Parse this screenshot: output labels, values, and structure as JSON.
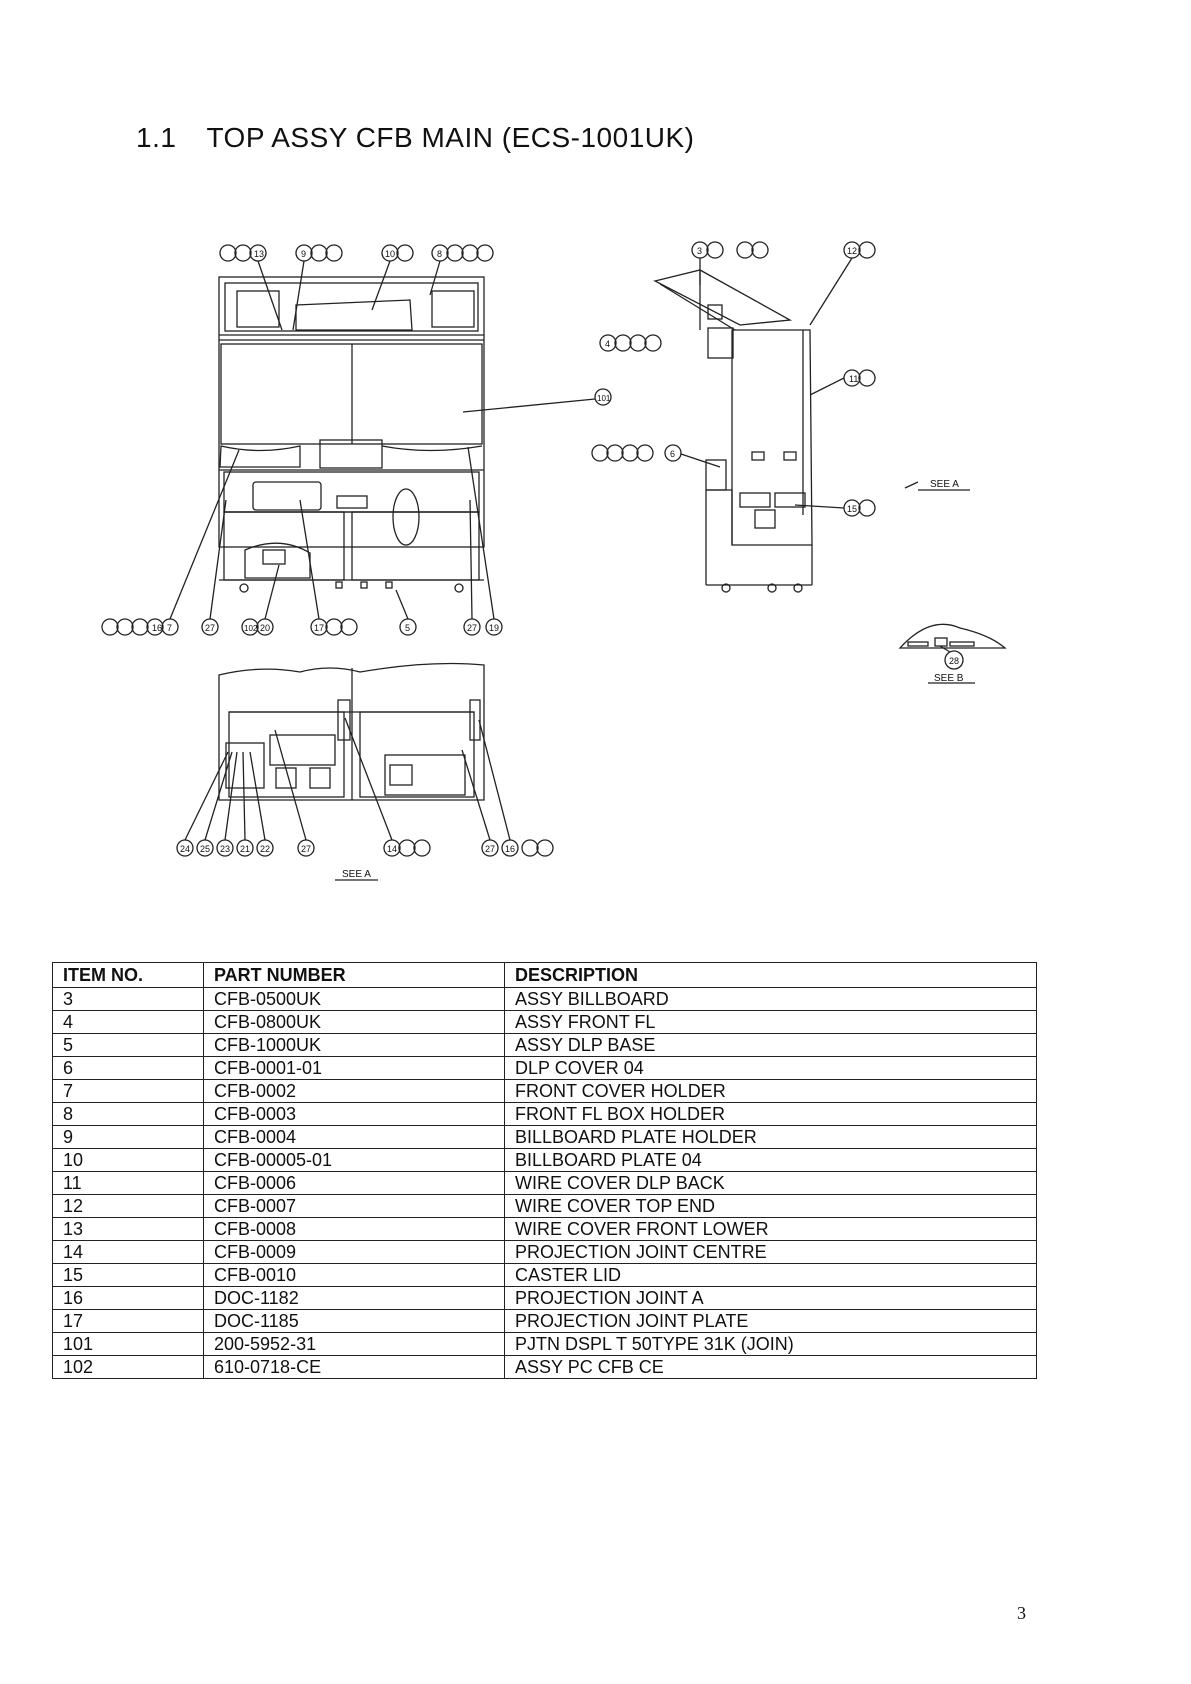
{
  "document": {
    "section_number": "1.1",
    "section_title": "TOP ASSY CFB MAIN (ECS-1001UK)",
    "page_number": "3"
  },
  "views": {
    "see_a": "SEE A",
    "see_b": "SEE B"
  },
  "parts_table": {
    "headers": [
      "ITEM NO.",
      "PART NUMBER",
      "DESCRIPTION"
    ],
    "rows": [
      {
        "item": "3",
        "part": "CFB-0500UK",
        "desc": "ASSY BILLBOARD"
      },
      {
        "item": "4",
        "part": "CFB-0800UK",
        "desc": "ASSY FRONT FL"
      },
      {
        "item": "5",
        "part": "CFB-1000UK",
        "desc": "ASSY DLP BASE"
      },
      {
        "item": "6",
        "part": "CFB-0001-01",
        "desc": "DLP COVER 04"
      },
      {
        "item": "7",
        "part": "CFB-0002",
        "desc": "FRONT COVER HOLDER"
      },
      {
        "item": "8",
        "part": "CFB-0003",
        "desc": "FRONT FL BOX HOLDER"
      },
      {
        "item": "9",
        "part": "CFB-0004",
        "desc": "BILLBOARD PLATE HOLDER"
      },
      {
        "item": "10",
        "part": "CFB-00005-01",
        "desc": "BILLBOARD PLATE 04"
      },
      {
        "item": "11",
        "part": "CFB-0006",
        "desc": "WIRE COVER DLP BACK"
      },
      {
        "item": "12",
        "part": "CFB-0007",
        "desc": "WIRE COVER TOP END"
      },
      {
        "item": "13",
        "part": "CFB-0008",
        "desc": "WIRE COVER FRONT LOWER"
      },
      {
        "item": "14",
        "part": "CFB-0009",
        "desc": "PROJECTION JOINT CENTRE"
      },
      {
        "item": "15",
        "part": "CFB-0010",
        "desc": "CASTER LID"
      },
      {
        "item": "16",
        "part": "DOC-1182",
        "desc": "PROJECTION JOINT A"
      },
      {
        "item": "17",
        "part": "DOC-1185",
        "desc": "PROJECTION JOINT PLATE"
      },
      {
        "item": "101",
        "part": "200-5952-31",
        "desc": "PJTN DSPL T 50TYPE 31K (JOIN)"
      },
      {
        "item": "102",
        "part": "610-0718-CE",
        "desc": "ASSY PC CFB CE"
      }
    ]
  }
}
